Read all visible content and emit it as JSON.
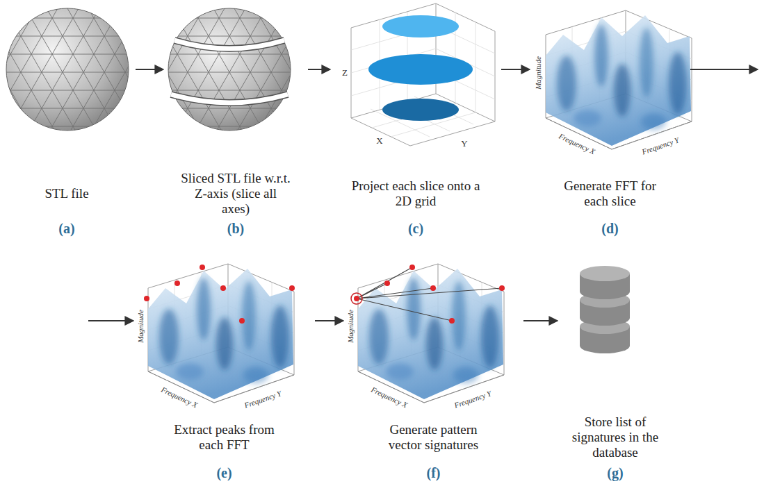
{
  "diagram": {
    "nodes": [
      {
        "text": [
          "STL file",
          "(a)"
        ]
      },
      {
        "text": [
          "Sliced STL file w.r.t. Z-axis (slice all axes)",
          "(b)"
        ]
      },
      {
        "text": [
          "Project each slice onto a 2D grid",
          "(c)"
        ]
      },
      {
        "text": [
          "Generate FFT for each slice",
          "(d)"
        ]
      },
      {
        "text": [
          "Extract peaks from each FFT",
          "(e)"
        ]
      },
      {
        "text": [
          "Generate pattern vector signatures",
          "(f)"
        ]
      },
      {
        "text": [
          "Store list of signatures in the database",
          "(g)"
        ]
      }
    ],
    "edges": [
      {
        "from": 0,
        "to": 1,
        "arrow": "to"
      },
      {
        "from": 1,
        "to": 2,
        "arrow": "to"
      },
      {
        "from": 2,
        "to": 3,
        "arrow": "to"
      },
      {
        "from": 3,
        "to": 4,
        "arrow": "to"
      },
      {
        "from": 4,
        "to": 5,
        "arrow": "to"
      },
      {
        "from": 5,
        "to": 6,
        "arrow": "to"
      }
    ],
    "labels": [
      "Z",
      "X",
      "Y",
      "Magnitude",
      "Frequency X",
      "Frequency Y",
      "Magnitude",
      "Frequency X",
      "Frequency Y",
      "Magnitude",
      "Frequency X",
      "Frequency Y"
    ]
  }
}
